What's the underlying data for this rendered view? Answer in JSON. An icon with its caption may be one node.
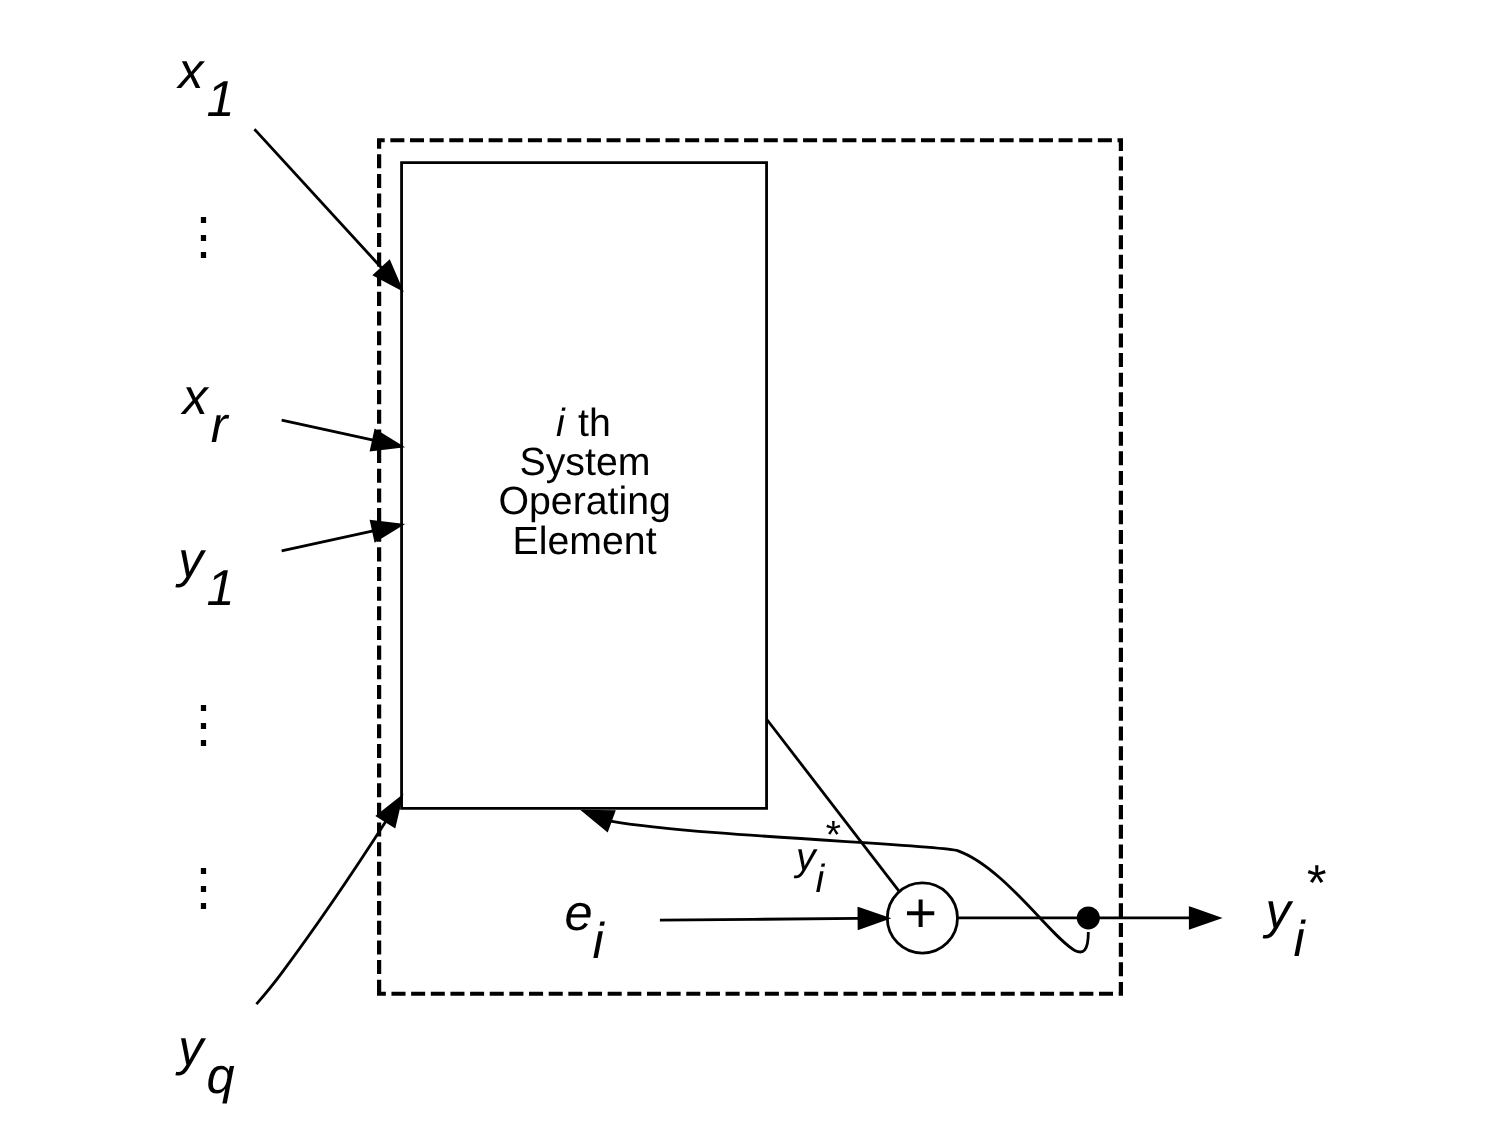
{
  "diagram": {
    "nodes": [
      {
        "text": [],
        "shape": "box"
      },
      {
        "text": [
          "x$_{1}$"
        ]
      },
      {
        "text": [
          "x$_{r}$"
        ]
      },
      {
        "text": [
          "y$_{1}$"
        ]
      },
      {
        "text": [
          "y$_{q}$"
        ]
      },
      {
        "text": [
          "*i* th",
          "System Operating Element"
        ],
        "in": 0
      },
      {
        "text": [
          "e$_{i}$"
        ],
        "in": 0
      },
      {
        "text": [
          "+"
        ],
        "in": 0
      },
      {
        "text": [],
        "shape": "circle",
        "in": 0
      },
      {
        "text": [
          "y$_{i}$$^{*}$"
        ]
      }
    ],
    "edges": [
      {
        "from": 1,
        "to": 5,
        "arrow": "to"
      },
      {
        "from": 2,
        "to": 5,
        "arrow": "to"
      },
      {
        "from": 3,
        "to": 5,
        "arrow": "to"
      },
      {
        "from": 4,
        "to": 5,
        "arrow": "to"
      },
      {
        "from": 5,
        "to": 7,
        "arrow": "none"
      },
      {
        "from": 6,
        "to": 7,
        "arrow": "to"
      },
      {
        "from": 7,
        "to": 8,
        "arrow": "none"
      },
      {
        "from": 8,
        "to": 9,
        "arrow": "to"
      },
      {
        "from": 8,
        "to": 5,
        "arrow": "to",
        "label": "y$_{i}$$^{*}$"
      }
    ],
    "labels": [
      "⋮",
      "⋮",
      "⋮"
    ]
  }
}
